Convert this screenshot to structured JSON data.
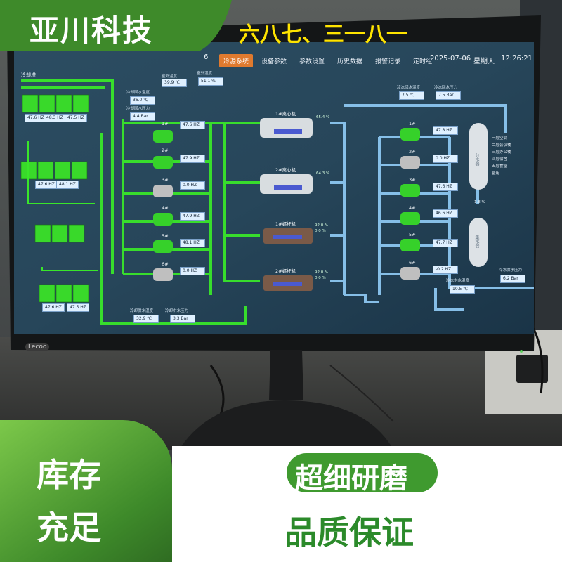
{
  "banner": {
    "brand": "亚川科技",
    "slogan": "六八七、三一八一"
  },
  "ui": {
    "logo_fragment": "6",
    "tabs": [
      {
        "label": "冷源系统",
        "active": true
      },
      {
        "label": "设备参数",
        "active": false
      },
      {
        "label": "参数设置",
        "active": false
      },
      {
        "label": "历史数据",
        "active": false
      },
      {
        "label": "报警记录",
        "active": false
      },
      {
        "label": "定时组",
        "active": false
      }
    ],
    "date": "2025-07-06",
    "weekday": "星期天",
    "time": "12:26:21"
  },
  "screen": {
    "cooling_tower_title": "冷却塔",
    "top_sensors": [
      {
        "label": "室外温度",
        "value": "39.9 ℃"
      },
      {
        "label": "室外湿度",
        "value": "51.1 %"
      }
    ],
    "left_sensors": [
      {
        "label": "冷却回水温度",
        "value": "36.0 ℃"
      },
      {
        "label": "冷却回水压力",
        "value": "4.4 Bar"
      }
    ],
    "tower_freqs": [
      "47.6 HZ",
      "48.3 HZ",
      "47.5 HZ",
      "47.6 HZ",
      "48.1 HZ",
      "47.6 HZ",
      "47.5 HZ"
    ],
    "cooling_pumps": [
      {
        "name": "1#",
        "freq": "47.6 HZ"
      },
      {
        "name": "2#",
        "freq": "47.9 HZ"
      },
      {
        "name": "3#",
        "freq": "0.0 HZ"
      },
      {
        "name": "4#",
        "freq": "47.9 HZ"
      },
      {
        "name": "5#",
        "freq": "48.1 HZ"
      },
      {
        "name": "6#",
        "freq": "0.0 HZ"
      }
    ],
    "bottom_sensors": [
      {
        "label": "冷却供水温度",
        "value": "32.9 ℃"
      },
      {
        "label": "冷却供水压力",
        "value": "3.3 Bar"
      }
    ],
    "chillers": [
      {
        "name": "1#离心机",
        "load": "65.4 %",
        "sub": ""
      },
      {
        "name": "2#离心机",
        "load": "64.3 %",
        "sub": ""
      },
      {
        "name": "1#螺杆机",
        "load": "92.0 %",
        "sub": "0.0 %"
      },
      {
        "name": "2#螺杆机",
        "load": "92.0 %",
        "sub": "0.0 %"
      }
    ],
    "right_sensors_top": [
      {
        "label": "冷冻回水温度",
        "value": "7.5 ℃"
      },
      {
        "label": "冷冻回水压力",
        "value": "7.5 Bar"
      }
    ],
    "chilled_pumps": [
      {
        "name": "1#",
        "freq": "47.8 HZ"
      },
      {
        "name": "2#",
        "freq": "0.0 HZ"
      },
      {
        "name": "3#",
        "freq": "47.6 HZ"
      },
      {
        "name": "4#",
        "freq": "46.6 HZ"
      },
      {
        "name": "5#",
        "freq": "47.7 HZ"
      },
      {
        "name": "6#",
        "freq": "-0.2 HZ"
      }
    ],
    "collector_label": "分水器",
    "divider_label": "集水器",
    "legend": [
      "一层空调",
      "二层会议楼",
      "三层办公楼",
      "四层宿舍",
      "五层食堂",
      "备用"
    ],
    "bypass_value": "1.8 %",
    "right_sensors_bottom": [
      {
        "label": "冷冻供水压力",
        "value": "6.2 Bar"
      },
      {
        "label": "冷冻供水温度",
        "value": "10.5 ℃"
      }
    ]
  },
  "monitor": {
    "brand": "Lecoo"
  },
  "footer": {
    "left_line1": "库存",
    "left_line2": "充足",
    "pill_text": "超细研磨",
    "bottom_text": "品质保证"
  },
  "colors": {
    "banner_green": "#3e8a2a",
    "pipe_green": "#39e62a",
    "pipe_blue": "#8cc6f0",
    "active_tab": "#e07a2e",
    "screen_bg": "#1f3a4f"
  }
}
